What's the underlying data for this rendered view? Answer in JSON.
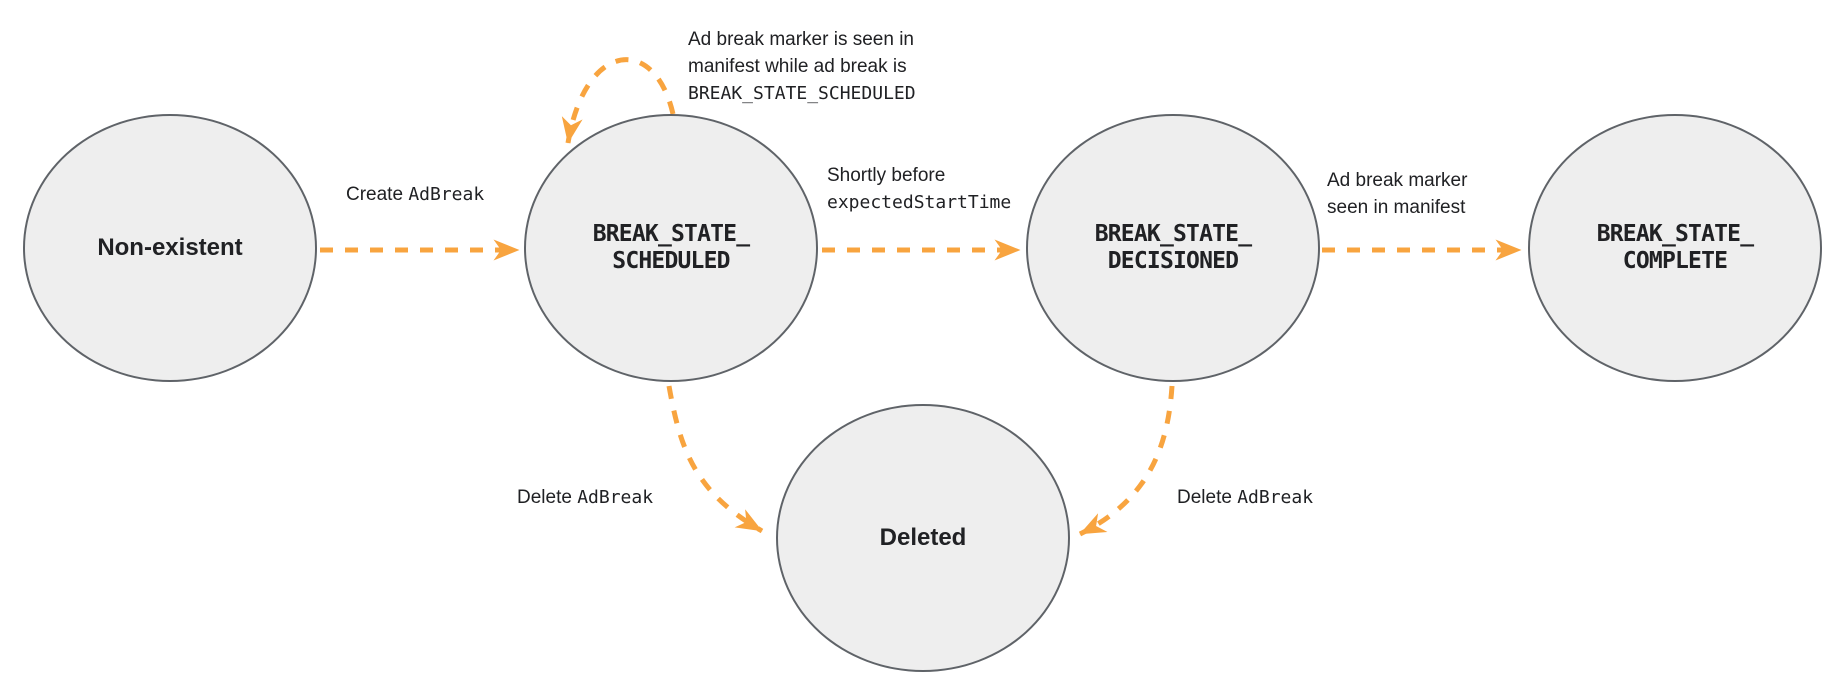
{
  "states": [
    {
      "id": "non-existent",
      "lines": [
        "Non-existent"
      ]
    },
    {
      "id": "break-state-scheduled",
      "lines": [
        "BREAK_STATE_",
        "SCHEDULED"
      ]
    },
    {
      "id": "break-state-decisioned",
      "lines": [
        "BREAK_STATE_",
        "DECISIONED"
      ]
    },
    {
      "id": "break-state-complete",
      "lines": [
        "BREAK_STATE_",
        "COMPLETE"
      ]
    },
    {
      "id": "deleted",
      "lines": [
        "Deleted"
      ]
    }
  ],
  "transitions": {
    "create": {
      "from": "non-existent",
      "to": "break-state-scheduled",
      "label_text": "Create",
      "label_code": "AdBreak"
    },
    "marker_while_scheduled": {
      "from": "break-state-scheduled",
      "to": "break-state-scheduled",
      "label_line1": "Ad break marker is seen in",
      "label_line2": "manifest while ad break is",
      "label_code": "BREAK_STATE_SCHEDULED"
    },
    "decision": {
      "from": "break-state-scheduled",
      "to": "break-state-decisioned",
      "label_line1": "Shortly before",
      "label_code": "expectedStartTime"
    },
    "complete": {
      "from": "break-state-decisioned",
      "to": "break-state-complete",
      "label_line1": "Ad break marker",
      "label_line2": "seen in manifest"
    },
    "delete_from_scheduled": {
      "from": "break-state-scheduled",
      "to": "deleted",
      "label_text": "Delete",
      "label_code": "AdBreak"
    },
    "delete_from_decisioned": {
      "from": "break-state-decisioned",
      "to": "deleted",
      "label_text": "Delete",
      "label_code": "AdBreak"
    }
  },
  "colors": {
    "arrow": "#F8A43F",
    "state_fill": "#EEEEEE",
    "state_border": "#5F6368",
    "text": "#202124",
    "background": "#FFFFFF"
  }
}
